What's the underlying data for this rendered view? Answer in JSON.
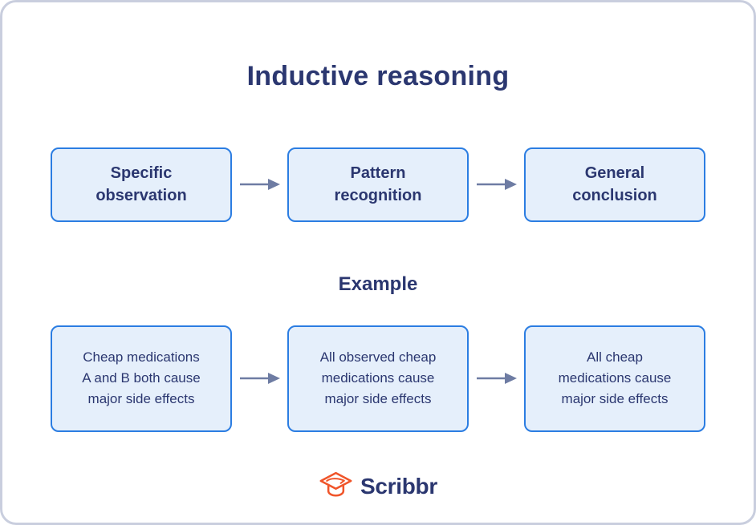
{
  "title": "Inductive reasoning",
  "example_label": "Example",
  "flow": {
    "steps": [
      "Specific\nobservation",
      "Pattern\nrecognition",
      "General\nconclusion"
    ],
    "example_steps": [
      "Cheap medications\nA and B both cause\nmajor side effects",
      "All observed cheap\nmedications cause\nmajor side effects",
      "All cheap\nmedications cause\nmajor side effects"
    ]
  },
  "logo": {
    "text": "Scribbr",
    "icon": "graduation-cap-icon"
  },
  "colors": {
    "navy": "#2b3770",
    "box-fill": "#e5effb",
    "box-border": "#2b7de2",
    "arrow": "#6e7ca3",
    "orange": "#f0552a",
    "card-bg": "#ffffff",
    "card-border": "#c9cede"
  }
}
